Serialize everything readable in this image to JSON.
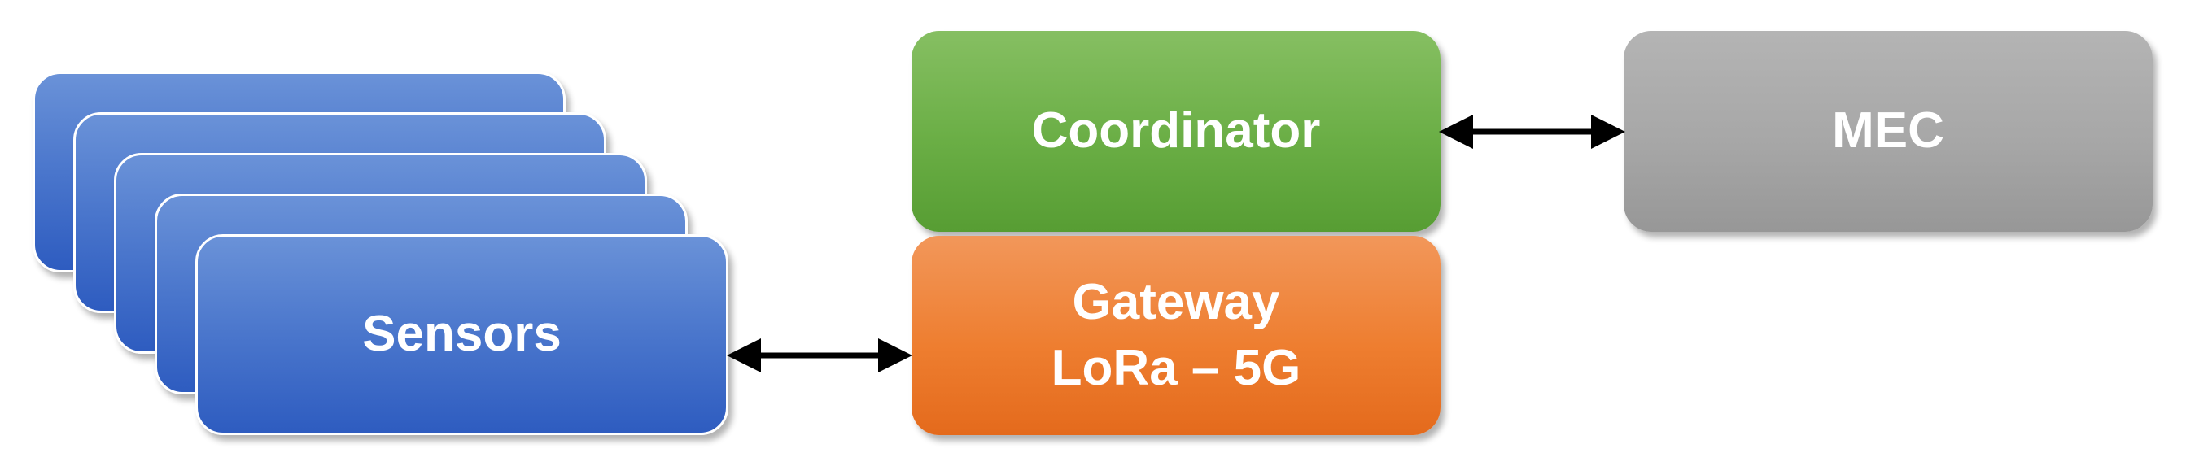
{
  "diagram": {
    "sensors": {
      "label": "Sensors"
    },
    "coordinator": {
      "label": "Coordinator"
    },
    "gateway": {
      "line1": "Gateway",
      "line2": "LoRa – 5G"
    },
    "mec": {
      "label": "MEC"
    }
  },
  "colors": {
    "sensors": "#4a76cc",
    "coordinator": "#6aae45",
    "gateway": "#ee7e30",
    "mec": "#a7a7a7",
    "arrow": "#000000"
  }
}
